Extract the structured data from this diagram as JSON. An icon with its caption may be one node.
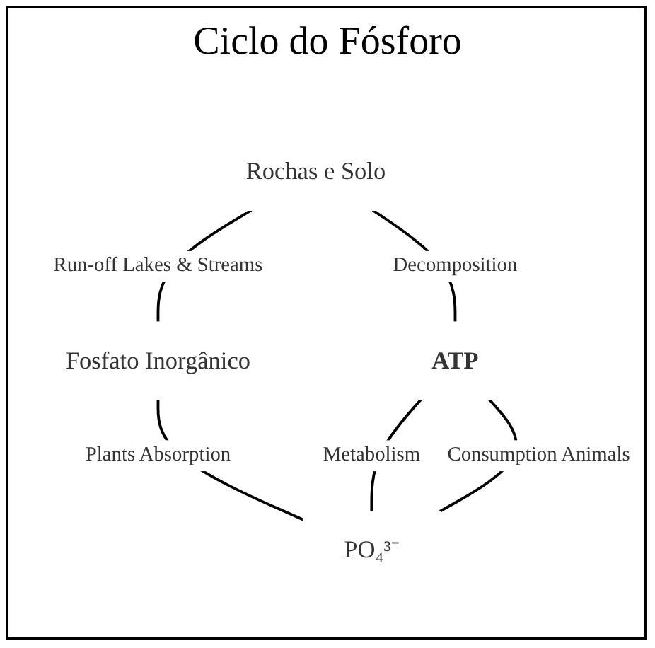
{
  "diagram": {
    "title": "Ciclo do Fósforo",
    "nodes": [
      {
        "text": [
          "Rochas e Solo"
        ]
      },
      {
        "text": [
          "Fosfato Inorgânico"
        ]
      },
      {
        "text": [
          "ATP"
        ]
      },
      {
        "text": [
          "PO₄³⁻"
        ]
      }
    ],
    "edges": [
      {
        "from": 0,
        "to": 1,
        "arrow": "none",
        "label": "Run-off Lakes & Streams"
      },
      {
        "from": 1,
        "to": 3,
        "arrow": "none",
        "label": "Plants Absorption"
      },
      {
        "from": 2,
        "to": 3,
        "arrow": "none",
        "label": "Metabolism"
      },
      {
        "from": 2,
        "to": 3,
        "arrow": "none",
        "label": "Consumption Animals"
      },
      {
        "from": 0,
        "to": 2,
        "arrow": "none",
        "label": "Decomposition"
      }
    ]
  }
}
